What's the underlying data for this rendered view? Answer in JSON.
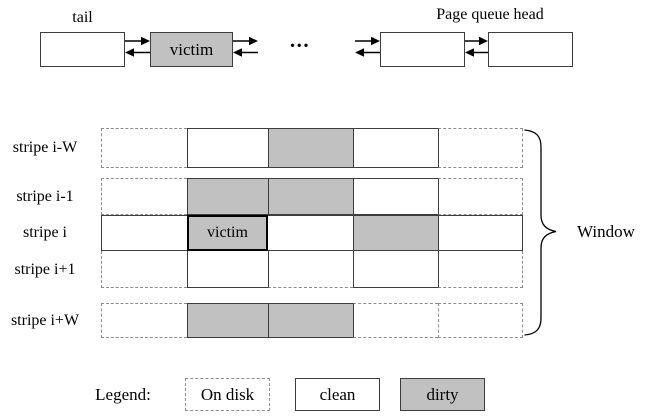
{
  "queue": {
    "tail_label": "tail",
    "head_label": "Page queue head",
    "ellipsis": "...",
    "nodes": [
      {
        "label": "",
        "state": "clean"
      },
      {
        "label": "victim",
        "state": "dirty"
      },
      {
        "label": "",
        "state": "clean"
      },
      {
        "label": "",
        "state": "clean"
      }
    ]
  },
  "stripes": {
    "window_label": "Window",
    "rows": [
      {
        "label": "stripe i-W",
        "victim_label": "",
        "cells": [
          "disk",
          "clean",
          "dirty",
          "clean",
          "disk"
        ]
      },
      {
        "label": "stripe i-1",
        "victim_label": "",
        "cells": [
          "disk",
          "dirty",
          "dirty",
          "clean",
          "disk"
        ]
      },
      {
        "label": "stripe i",
        "victim_label": "victim",
        "cells": [
          "clean",
          "victim",
          "clean",
          "dirty",
          "clean"
        ]
      },
      {
        "label": "stripe i+1",
        "victim_label": "",
        "cells": [
          "disk",
          "clean",
          "disk",
          "clean",
          "disk"
        ]
      },
      {
        "label": "stripe i+W",
        "victim_label": "",
        "cells": [
          "disk",
          "dirty",
          "dirty",
          "disk",
          "disk"
        ]
      }
    ]
  },
  "legend": {
    "title": "Legend:",
    "items": [
      {
        "label": "On disk",
        "style": "disk"
      },
      {
        "label": "clean",
        "style": "clean"
      },
      {
        "label": "dirty",
        "style": "dirty"
      }
    ]
  },
  "colors": {
    "dirty_fill": "#c1c1c1",
    "solid_border": "#3d3d3d",
    "dashed_border": "#8c8c8c",
    "victim_border": "#000000",
    "line": "#000000"
  }
}
